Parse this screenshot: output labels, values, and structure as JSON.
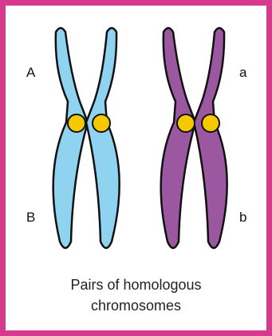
{
  "labels": {
    "upper_left": "A",
    "lower_left": "B",
    "upper_right": "a",
    "lower_right": "b"
  },
  "caption": {
    "line1": "Pairs of homologous",
    "line2": "chromosomes"
  },
  "colors": {
    "border": "#d63a8e",
    "chromosome_left": "#8fd3f0",
    "chromosome_right": "#9b579f",
    "centromere": "#f5c800",
    "outline": "#111111"
  }
}
